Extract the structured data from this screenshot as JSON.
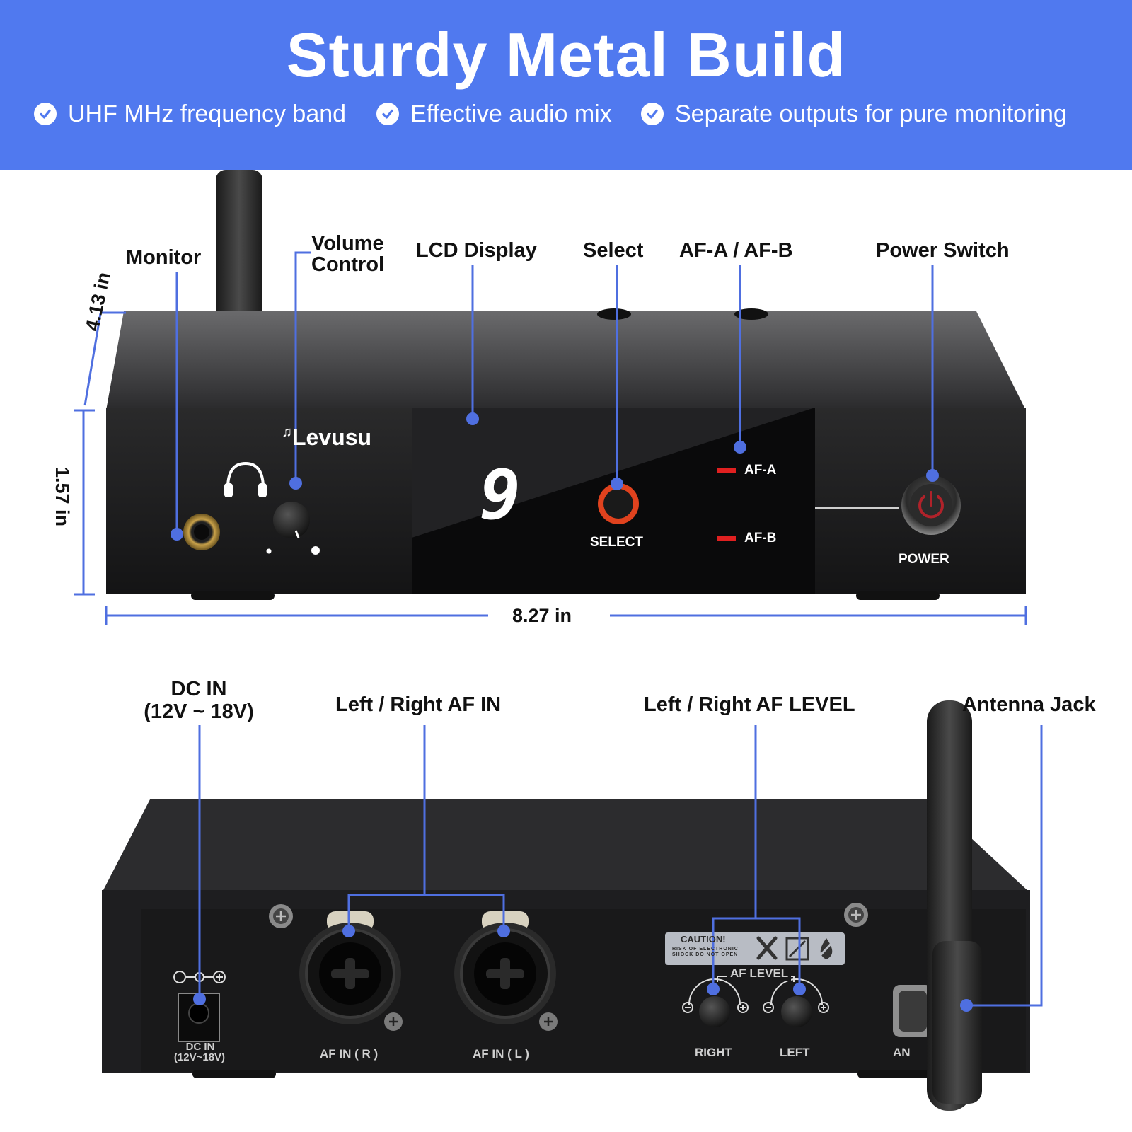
{
  "header": {
    "title": "Sturdy Metal Build",
    "features": [
      "UHF MHz frequency band",
      "Effective audio mix",
      "Separate outputs for pure monitoring"
    ]
  },
  "front": {
    "callouts": {
      "monitor": "Monitor",
      "volume_line1": "Volume",
      "volume_line2": "Control",
      "lcd": "LCD Display",
      "select": "Select",
      "af": "AF-A / AF-B",
      "power": "Power Switch"
    },
    "panel": {
      "brand": "Levusu",
      "channel_digit": "9",
      "select_label": "SELECT",
      "af_a": "AF-A",
      "af_b": "AF-B",
      "power_label": "POWER"
    },
    "dimensions": {
      "depth": "4.13 in",
      "height": "1.57 in",
      "width": "8.27 in"
    }
  },
  "rear": {
    "callouts": {
      "dc_line1": "DC IN",
      "dc_line2": "(12V ~ 18V)",
      "af_in": "Left / Right AF IN",
      "af_level": "Left / Right AF LEVEL",
      "antenna": "Antenna Jack"
    },
    "panel": {
      "dc_line1": "DC IN",
      "dc_line2": "(12V~18V)",
      "af_in_r": "AF IN ( R )",
      "af_in_l": "AF IN ( L )",
      "caution": "CAUTION!",
      "caution_sub": "RISK OF ELECTRONIC SHOCK DO NOT OPEN",
      "af_level": "AF LEVEL",
      "right": "RIGHT",
      "left": "LEFT",
      "ant": "AN"
    }
  },
  "colors": {
    "banner": "#5079ef",
    "callout_line": "#4f6fe0",
    "device": "#1b1b1c",
    "led_red": "#e02020"
  }
}
